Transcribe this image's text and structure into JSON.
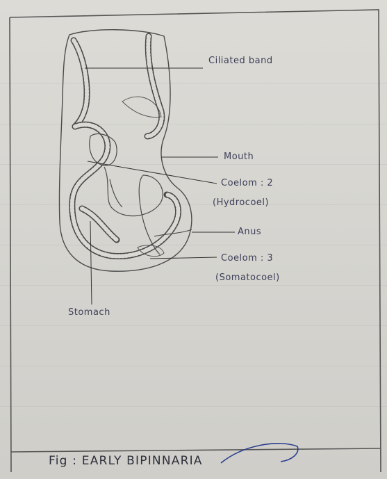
{
  "labels": {
    "ciliated": "Ciliated band",
    "mouth": "Mouth",
    "coelom2_line1": "Coelom : 2",
    "coelom2_line2": "(Hydrocoel)",
    "anus": "Anus",
    "coelom3_line1": "Coelom : 3",
    "coelom3_line2": "(Somatocoel)",
    "stomach": "Stomach"
  },
  "caption": "Fig : EARLY BIPINNARIA",
  "colors": {
    "ink": "#3c3f58",
    "pencil": "#4a4a4a",
    "paper": "#d9d8d4"
  }
}
